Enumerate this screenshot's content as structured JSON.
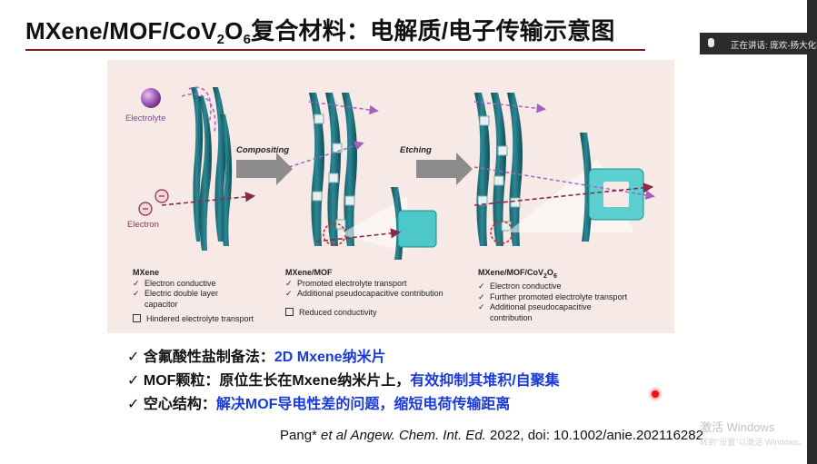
{
  "slide": {
    "title_pre": "MXene/MOF/CoV",
    "title_sub1": "2",
    "title_mid": "O",
    "title_sub2": "6",
    "title_post": "复合材料：电解质/电子传输示意图"
  },
  "figure": {
    "electrolyte_label": "Electrolyte",
    "electron_label": "Electron",
    "arrow1_label": "Compositing",
    "arrow2_label": "Etching",
    "panel1": {
      "title": "MXene",
      "checks": [
        "Electron conductive",
        "Electric double layer"
      ],
      "checks_cont": "capacitor",
      "square": "Hindered electrolyte transport"
    },
    "panel2": {
      "title": "MXene/MOF",
      "checks": [
        "Promoted electrolyte transport",
        "Additional pseudocapacitive contribution"
      ],
      "square": "Reduced conductivity"
    },
    "panel3": {
      "title_pre": "MXene/MOF/CoV",
      "title_sub1": "2",
      "title_mid": "O",
      "title_sub2": "6",
      "checks": [
        "Electron conductive",
        "Further promoted electrolyte transport",
        "Additional pseudocapacitive"
      ],
      "checks_cont": "contribution"
    },
    "check_glyph": "✓",
    "colors": {
      "electrolyte": "#a860c0",
      "electron": "#8a2a4a",
      "sheet": "#1f6e78",
      "cube": "#4cc8c8",
      "arrow": "#8c8c8c"
    }
  },
  "bullets": [
    {
      "check": "✓",
      "black": "含氟酸性盐制备法：",
      "blue": "2D Mxene纳米片"
    },
    {
      "check": "✓",
      "black": "MOF颗粒：原位生长在Mxene纳米片上，",
      "blue": "有效抑制其堆积/自聚集"
    },
    {
      "check": "✓",
      "black": "空心结构：",
      "blue": "解决MOF导电性差的问题，缩短电荷传输距离"
    }
  ],
  "reference": {
    "author": "Pang*",
    "etal": "et al",
    "journal": "Angew. Chem. Int. Ed.",
    "rest": "2022, doi: 10.1002/anie.202116282"
  },
  "notice": {
    "text": "正在讲话: 庞欢-扬大化学"
  },
  "watermark": {
    "line1": "激活 Windows",
    "line2": "转到\"设置\"以激活 Windows。"
  }
}
